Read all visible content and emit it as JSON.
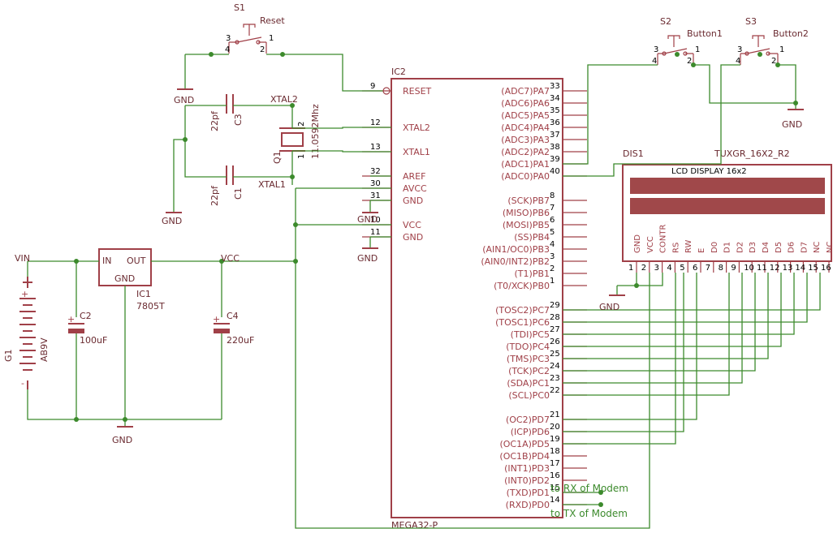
{
  "components": {
    "s1": {
      "name": "S1",
      "value": "Reset"
    },
    "s2": {
      "name": "S2",
      "value": "Button1"
    },
    "s3": {
      "name": "S3",
      "value": "Button2"
    },
    "ic2": {
      "name": "IC2",
      "value": "MEGA32-P"
    },
    "ic1": {
      "name": "IC1",
      "value": "7805T",
      "pin_in": "IN",
      "pin_out": "OUT",
      "pin_gnd": "GND"
    },
    "c1": {
      "name": "C1",
      "value": "22pf"
    },
    "c3": {
      "name": "C3",
      "value": "22pf"
    },
    "c2": {
      "name": "C2",
      "value": "100uF"
    },
    "c4": {
      "name": "C4",
      "value": "220uF"
    },
    "q1": {
      "name": "Q1",
      "value": "11.0592Mhz"
    },
    "g1": {
      "name": "G1",
      "value": "AB9V"
    },
    "dis1": {
      "name": "DIS1",
      "value": "TUXGR_16X2_R2",
      "title": "LCD DISPLAY 16x2"
    }
  },
  "nets": {
    "gnd": "GND",
    "vin": "VIN",
    "vcc": "VCC",
    "xtal1": "XTAL1",
    "xtal2": "XTAL2"
  },
  "pin_numbers": {
    "switch": {
      "p1": "1",
      "p2": "2",
      "p3": "3",
      "p4": "4"
    },
    "crystal": {
      "p1": "1",
      "p2": "2"
    }
  },
  "mcu_left_pins": [
    {
      "num": "9",
      "name": "RESET"
    },
    {
      "num": "12",
      "name": "XTAL2"
    },
    {
      "num": "13",
      "name": "XTAL1"
    },
    {
      "num": "32",
      "name": "AREF"
    },
    {
      "num": "30",
      "name": "AVCC"
    },
    {
      "num": "31",
      "name": "GND"
    },
    {
      "num": "10",
      "name": "VCC"
    },
    {
      "num": "11",
      "name": "GND"
    }
  ],
  "mcu_right_pins": [
    {
      "num": "33",
      "name": "(ADC7)PA7"
    },
    {
      "num": "34",
      "name": "(ADC6)PA6"
    },
    {
      "num": "35",
      "name": "(ADC5)PA5"
    },
    {
      "num": "36",
      "name": "(ADC4)PA4"
    },
    {
      "num": "37",
      "name": "(ADC3)PA3"
    },
    {
      "num": "38",
      "name": "(ADC2)PA2"
    },
    {
      "num": "39",
      "name": "(ADC1)PA1"
    },
    {
      "num": "40",
      "name": "(ADC0)PA0"
    },
    {
      "num": "8",
      "name": "(SCK)PB7"
    },
    {
      "num": "7",
      "name": "(MISO)PB6"
    },
    {
      "num": "6",
      "name": "(MOSI)PB5"
    },
    {
      "num": "5",
      "name": "(SS)PB4"
    },
    {
      "num": "4",
      "name": "(AIN1/OC0)PB3"
    },
    {
      "num": "3",
      "name": "(AIN0/INT2)PB2"
    },
    {
      "num": "2",
      "name": "(T1)PB1"
    },
    {
      "num": "1",
      "name": "(T0/XCK)PB0"
    },
    {
      "num": "29",
      "name": "(TOSC2)PC7"
    },
    {
      "num": "28",
      "name": "(TOSC1)PC6"
    },
    {
      "num": "27",
      "name": "(TDI)PC5"
    },
    {
      "num": "26",
      "name": "(TDO)PC4"
    },
    {
      "num": "25",
      "name": "(TMS)PC3"
    },
    {
      "num": "24",
      "name": "(TCK)PC2"
    },
    {
      "num": "23",
      "name": "(SDA)PC1"
    },
    {
      "num": "22",
      "name": "(SCL)PC0"
    },
    {
      "num": "21",
      "name": "(OC2)PD7"
    },
    {
      "num": "20",
      "name": "(ICP)PD6"
    },
    {
      "num": "19",
      "name": "(OC1A)PD5"
    },
    {
      "num": "18",
      "name": "(OC1B)PD4"
    },
    {
      "num": "17",
      "name": "(INT1)PD3"
    },
    {
      "num": "16",
      "name": "(INT0)PD2"
    },
    {
      "num": "15",
      "name": "(TXD)PD1"
    },
    {
      "num": "14",
      "name": "(RXD)PD0"
    }
  ],
  "lcd_pins": [
    {
      "num": "1",
      "name": "GND"
    },
    {
      "num": "2",
      "name": "VCC"
    },
    {
      "num": "3",
      "name": "CONTR"
    },
    {
      "num": "4",
      "name": "RS"
    },
    {
      "num": "5",
      "name": "RW"
    },
    {
      "num": "6",
      "name": "E"
    },
    {
      "num": "7",
      "name": "D0"
    },
    {
      "num": "8",
      "name": "D1"
    },
    {
      "num": "9",
      "name": "D2"
    },
    {
      "num": "10",
      "name": "D3"
    },
    {
      "num": "11",
      "name": "D4"
    },
    {
      "num": "12",
      "name": "D5"
    },
    {
      "num": "13",
      "name": "D6"
    },
    {
      "num": "14",
      "name": "D7"
    },
    {
      "num": "15",
      "name": "NC"
    },
    {
      "num": "16",
      "name": "NC"
    }
  ],
  "notes": {
    "rx": "to RX of Modem",
    "tx": "to TX of Modem"
  },
  "colors": {
    "ink": "#a04048",
    "wire": "#3c8a2c",
    "lcd_bar": "#a0484a",
    "background": "#ffffff"
  }
}
